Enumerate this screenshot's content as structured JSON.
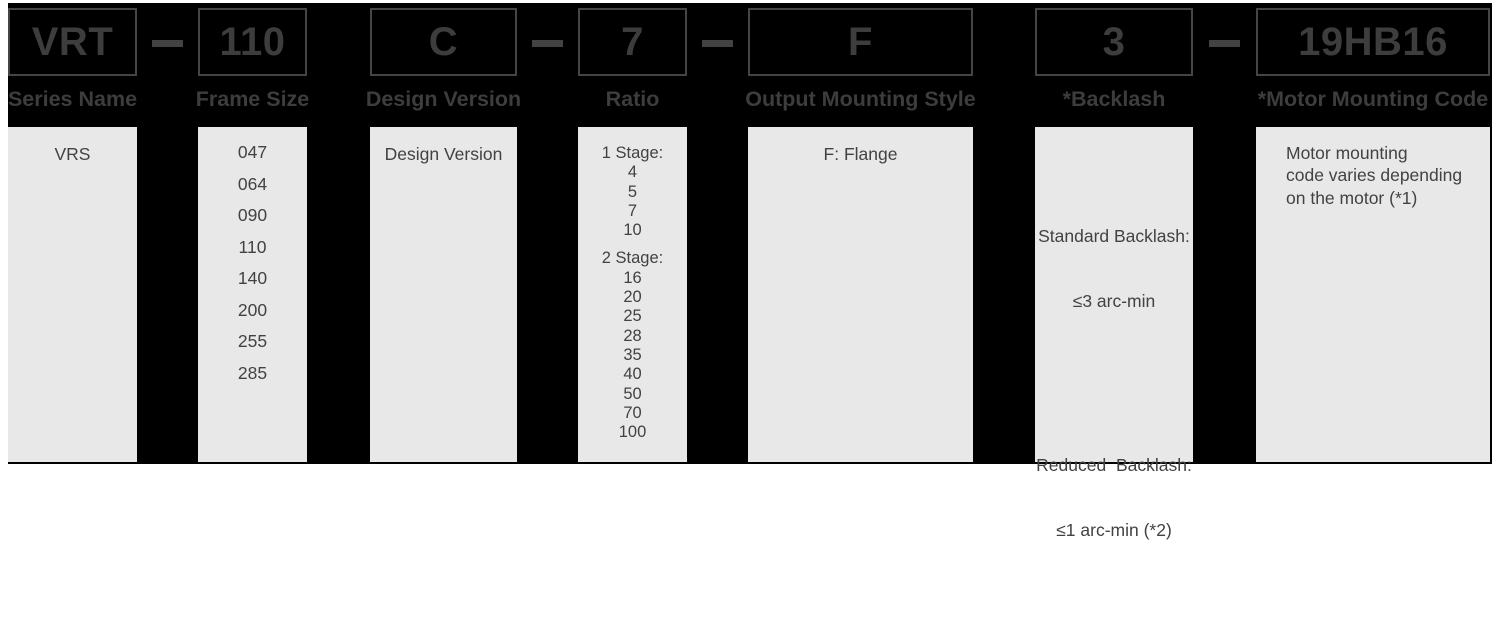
{
  "diagram_type": "model-number-nomenclature",
  "separator_glyph": "—",
  "colors": {
    "page": "#ffffff",
    "background": "#000000",
    "panel_fill": "#e8e8e8",
    "stroke_and_text": "#3d3d3d",
    "panel_text": "#424242"
  },
  "columns": [
    {
      "code": "VRT",
      "label": "Series Name",
      "options": [
        "VRS"
      ]
    },
    {
      "code": "110",
      "label": "Frame Size",
      "options": [
        "047",
        "064",
        "090",
        "110",
        "140",
        "200",
        "255",
        "285"
      ]
    },
    {
      "code": "C",
      "label": "Design Version",
      "options": [
        "Design Version"
      ]
    },
    {
      "code": "7",
      "label": "Ratio",
      "groups": [
        {
          "header": "1 Stage:",
          "items": [
            "4",
            "5",
            "7",
            "10"
          ]
        },
        {
          "header": "2 Stage:",
          "items": [
            "16",
            "20",
            "25",
            "28",
            "35",
            "40",
            "50",
            "70",
            "100"
          ]
        }
      ]
    },
    {
      "code": "F",
      "label": "Output Mounting Style",
      "options": [
        "F: Flange"
      ]
    },
    {
      "code": "3",
      "label": "*Backlash",
      "blocks": [
        {
          "line1": "Standard Backlash:",
          "line2": "≤3 arc-min"
        },
        {
          "line1": "Reduced  Backlash:",
          "line2": "≤1 arc-min (*2)"
        }
      ]
    },
    {
      "code": "19HB16",
      "label": "*Motor Mounting Code",
      "note_lines": [
        "Motor mounting",
        "code varies depending",
        "on the motor (*1)"
      ]
    }
  ]
}
